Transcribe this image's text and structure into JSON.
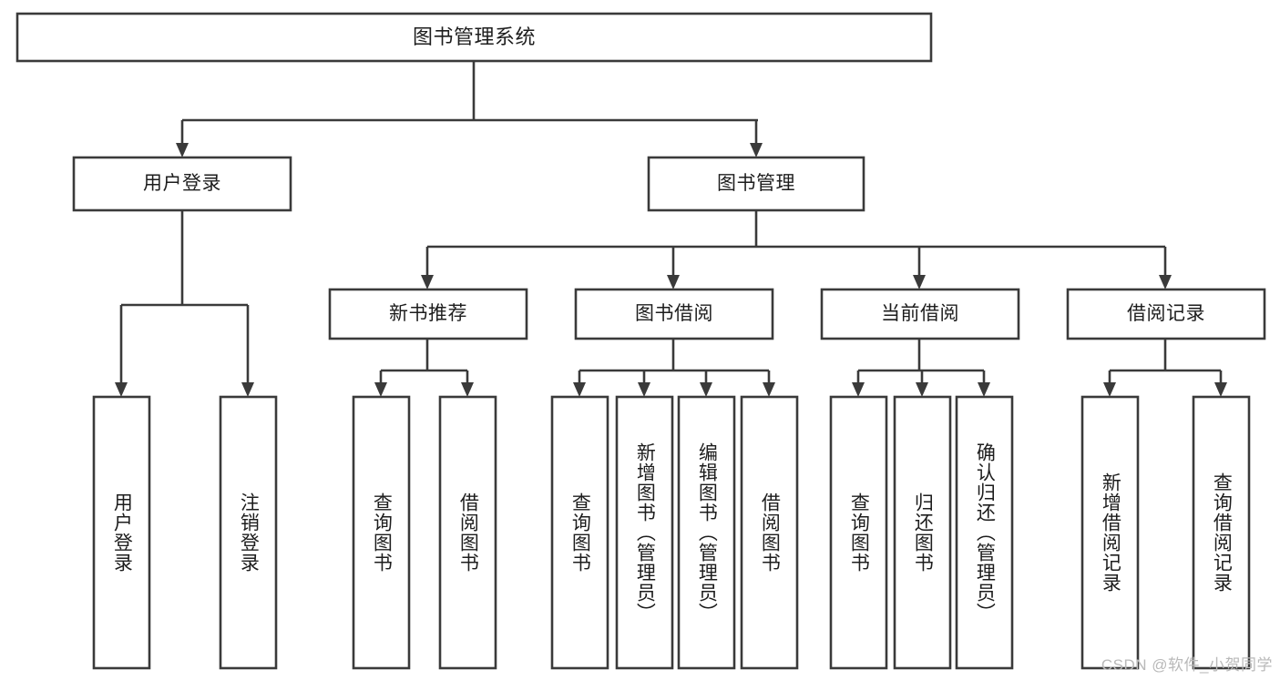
{
  "diagram": {
    "type": "tree-hierarchy-chart",
    "title": "图书管理系统",
    "background_color": "#ffffff",
    "line_color": "#3a3a3a",
    "text_color": "#1d1d1d",
    "watermark": "CSDN @软件_小贺同学",
    "nodes": {
      "root": {
        "label": "图书管理系统",
        "level": 1,
        "orientation": "horizontal"
      },
      "l2_user_login": {
        "label": "用户登录",
        "level": 2,
        "orientation": "horizontal"
      },
      "l2_book_manage": {
        "label": "图书管理",
        "level": 2,
        "orientation": "horizontal"
      },
      "l3_new_book_rec": {
        "label": "新书推荐",
        "level": 3,
        "orientation": "horizontal"
      },
      "l3_book_borrow": {
        "label": "图书借阅",
        "level": 3,
        "orientation": "horizontal"
      },
      "l3_current_borrow": {
        "label": "当前借阅",
        "level": 3,
        "orientation": "horizontal"
      },
      "l3_borrow_record": {
        "label": "借阅记录",
        "level": 3,
        "orientation": "horizontal"
      },
      "leaf_user_login": {
        "label": "用户登录",
        "level": 4,
        "orientation": "vertical",
        "parent": "用户登录"
      },
      "leaf_logout": {
        "label": "注销登录",
        "level": 4,
        "orientation": "vertical",
        "parent": "用户登录"
      },
      "leaf_query_book_a": {
        "label": "查询图书",
        "level": 4,
        "orientation": "vertical",
        "parent": "新书推荐"
      },
      "leaf_borrow_book_a": {
        "label": "借阅图书",
        "level": 4,
        "orientation": "vertical",
        "parent": "新书推荐"
      },
      "leaf_query_book_b": {
        "label": "查询图书",
        "level": 4,
        "orientation": "vertical",
        "parent": "图书借阅"
      },
      "leaf_add_book": {
        "label": "新增图书（管理员）",
        "level": 4,
        "orientation": "vertical",
        "parent": "图书借阅"
      },
      "leaf_edit_book": {
        "label": "编辑图书（管理员）",
        "level": 4,
        "orientation": "vertical",
        "parent": "图书借阅"
      },
      "leaf_borrow_book_b": {
        "label": "借阅图书",
        "level": 4,
        "orientation": "vertical",
        "parent": "图书借阅"
      },
      "leaf_query_book_c": {
        "label": "查询图书",
        "level": 4,
        "orientation": "vertical",
        "parent": "当前借阅"
      },
      "leaf_return_book": {
        "label": "归还图书",
        "level": 4,
        "orientation": "vertical",
        "parent": "当前借阅"
      },
      "leaf_confirm_return": {
        "label": "确认归还（管理员）",
        "level": 4,
        "orientation": "vertical",
        "parent": "当前借阅"
      },
      "leaf_add_record": {
        "label": "新增借阅记录",
        "level": 4,
        "orientation": "vertical",
        "parent": "借阅记录"
      },
      "leaf_query_record": {
        "label": "查询借阅记录",
        "level": 4,
        "orientation": "vertical",
        "parent": "借阅记录"
      }
    }
  }
}
